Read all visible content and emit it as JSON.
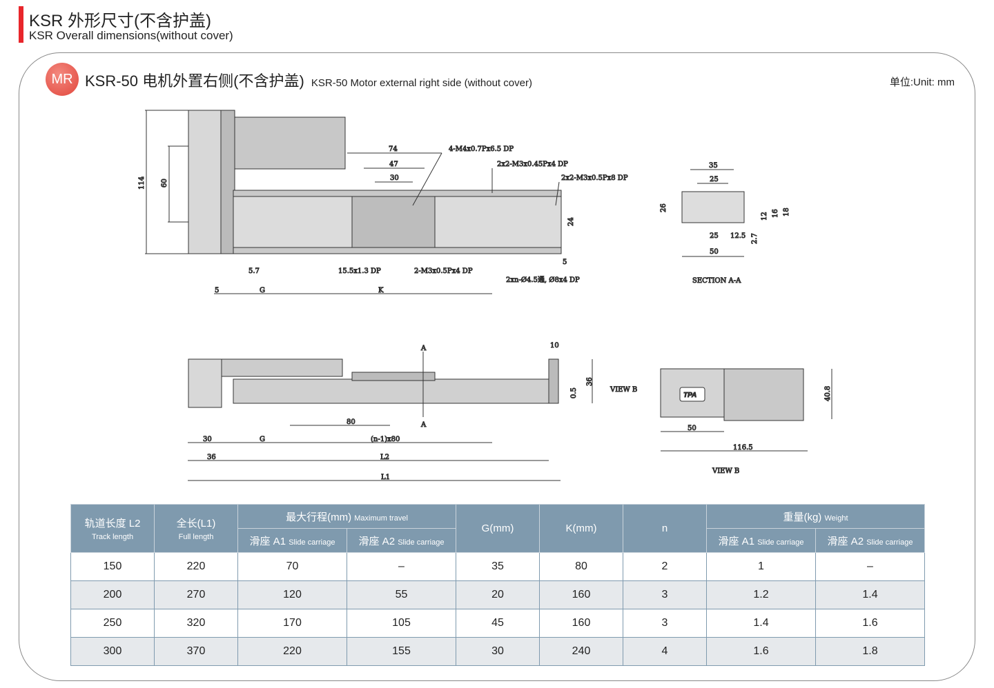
{
  "header": {
    "title": "KSR 外形尺寸(不含护盖)",
    "subtitle": "KSR Overall dimensions(without cover)"
  },
  "section": {
    "badge": "MR",
    "title": "KSR-50 电机外置右侧(不含护盖)",
    "title_en": "KSR-50 Motor external right side (without cover)",
    "unit": "单位:Unit: mm"
  },
  "drawing": {
    "top": {
      "d74": "74",
      "d47": "47",
      "d30": "30",
      "n1": "4-M4x0.7Px6.5 DP",
      "n2": "2x2-M3x0.45Px4 DP",
      "n3": "2x2-M3x0.5Px8 DP",
      "d114": "114",
      "d60": "60",
      "d24": "24",
      "d57": "5.7",
      "n4": "15.5x1.3 DP",
      "n5": "2-M3x0.5Px4 DP",
      "n6": "2xn-Ø4.5通, Ø8x4 DP",
      "d5a": "5",
      "d5b": "5",
      "g": "G",
      "k": "K"
    },
    "section": {
      "d35": "35",
      "d25": "25",
      "d26": "26",
      "d12": "12",
      "d16": "16",
      "d18": "18",
      "d25b": "25",
      "d125": "12.5",
      "d27": "2.7",
      "d50": "50",
      "label": "SECTION A-A"
    },
    "side": {
      "a1": "A",
      "a2": "A",
      "d10": "10",
      "d05": "0.5",
      "d36": "36",
      "viewb": "VIEW B",
      "d80": "80",
      "d30": "30",
      "g": "G",
      "n80": "(n-1)x80",
      "d36b": "36",
      "l2": "L2",
      "l1": "L1"
    },
    "viewb": {
      "d408": "40.8",
      "d50": "50",
      "d1165": "116.5",
      "label": "VIEW B",
      "logo": "TPA"
    }
  },
  "table": {
    "headers": {
      "l2": "轨道长度 L2",
      "l2_en": "Track length",
      "l1": "全长(L1)",
      "l1_en": "Full length",
      "travel": "最大行程(mm)",
      "travel_en": "Maximum travel",
      "a1": "滑座 A1",
      "a1_en": "Slide carriage",
      "a2": "滑座 A2",
      "a2_en": "Slide carriage",
      "g": "G(mm)",
      "k": "K(mm)",
      "n": "n",
      "weight": "重量(kg)",
      "weight_en": "Weight",
      "wa1": "滑座 A1",
      "wa1_en": "Slide carriage",
      "wa2": "滑座 A2",
      "wa2_en": "Slide carriage"
    },
    "rows": [
      [
        "150",
        "220",
        "70",
        "–",
        "35",
        "80",
        "2",
        "1",
        "–"
      ],
      [
        "200",
        "270",
        "120",
        "55",
        "20",
        "160",
        "3",
        "1.2",
        "1.4"
      ],
      [
        "250",
        "320",
        "170",
        "105",
        "45",
        "160",
        "3",
        "1.4",
        "1.6"
      ],
      [
        "300",
        "370",
        "220",
        "155",
        "30",
        "240",
        "4",
        "1.6",
        "1.8"
      ]
    ]
  }
}
